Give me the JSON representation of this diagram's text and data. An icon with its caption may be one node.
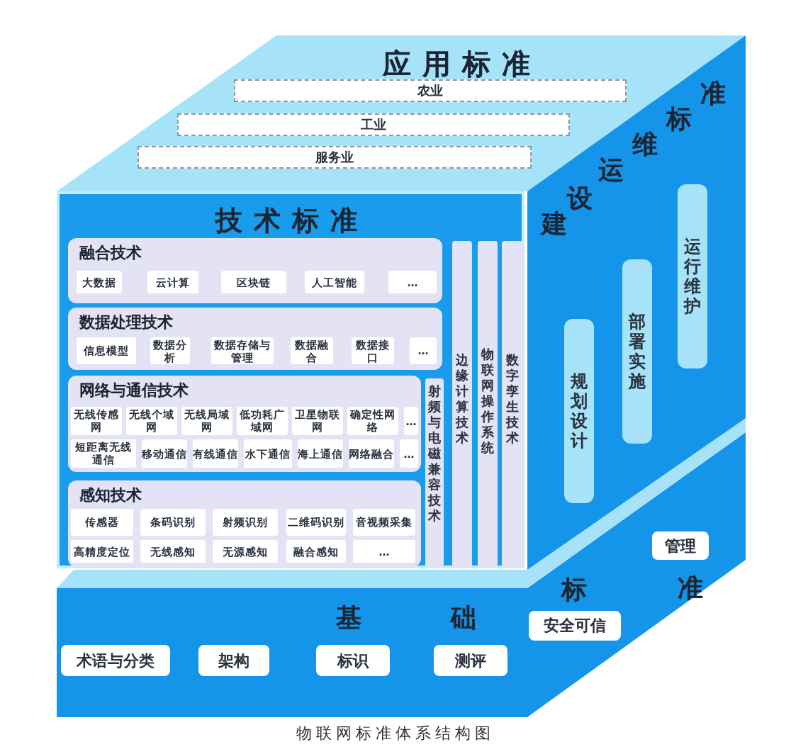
{
  "diagram": {
    "caption": "物联网标准体系结构图",
    "nodes": [
      {
        "text": [
          "应用标准"
        ]
      },
      {
        "text": [
          "农业"
        ],
        "in": 0
      },
      {
        "text": [
          "工业"
        ],
        "in": 0
      },
      {
        "text": [
          "服务业"
        ],
        "in": 0
      },
      {
        "text": [
          "技术标准"
        ]
      },
      {
        "text": [
          "融合技术"
        ],
        "in": 4
      },
      {
        "text": [
          "大数据"
        ],
        "in": 5
      },
      {
        "text": [
          "云计算"
        ],
        "in": 5
      },
      {
        "text": [
          "区块链"
        ],
        "in": 5
      },
      {
        "text": [
          "人工智能"
        ],
        "in": 5
      },
      {
        "text": [
          "…"
        ],
        "in": 5
      },
      {
        "text": [
          "数据处理技术"
        ],
        "in": 4
      },
      {
        "text": [
          "信息模型"
        ],
        "in": 11
      },
      {
        "text": [
          "数据分析"
        ],
        "in": 11
      },
      {
        "text": [
          "数据存储与管理"
        ],
        "in": 11
      },
      {
        "text": [
          "数据融合"
        ],
        "in": 11
      },
      {
        "text": [
          "数据接口"
        ],
        "in": 11
      },
      {
        "text": [
          "…"
        ],
        "in": 11
      },
      {
        "text": [
          "网络与通信技术"
        ],
        "in": 4
      },
      {
        "text": [
          "无线传感网"
        ],
        "in": 18
      },
      {
        "text": [
          "无线个域网"
        ],
        "in": 18
      },
      {
        "text": [
          "无线局域网"
        ],
        "in": 18
      },
      {
        "text": [
          "低功耗广域网"
        ],
        "in": 18
      },
      {
        "text": [
          "卫星物联网"
        ],
        "in": 18
      },
      {
        "text": [
          "确定性网络"
        ],
        "in": 18
      },
      {
        "text": [
          "…"
        ],
        "in": 18
      },
      {
        "text": [
          "短距离无线通信"
        ],
        "in": 18
      },
      {
        "text": [
          "移动通信"
        ],
        "in": 18
      },
      {
        "text": [
          "有线通信"
        ],
        "in": 18
      },
      {
        "text": [
          "水下通信"
        ],
        "in": 18
      },
      {
        "text": [
          "海上通信"
        ],
        "in": 18
      },
      {
        "text": [
          "网络融合"
        ],
        "in": 18
      },
      {
        "text": [
          "…"
        ],
        "in": 18
      },
      {
        "text": [
          "感知技术"
        ],
        "in": 4
      },
      {
        "text": [
          "传感器"
        ],
        "in": 33
      },
      {
        "text": [
          "条码识别"
        ],
        "in": 33
      },
      {
        "text": [
          "射频识别"
        ],
        "in": 33
      },
      {
        "text": [
          "二维码识别"
        ],
        "in": 33
      },
      {
        "text": [
          "音视频采集"
        ],
        "in": 33
      },
      {
        "text": [
          "高精度定位"
        ],
        "in": 33
      },
      {
        "text": [
          "无线感知"
        ],
        "in": 33
      },
      {
        "text": [
          "无源感知"
        ],
        "in": 33
      },
      {
        "text": [
          "融合感知"
        ],
        "in": 33
      },
      {
        "text": [
          "…"
        ],
        "in": 33
      },
      {
        "text": [
          "射频与电磁兼容技术"
        ],
        "in": 4
      },
      {
        "text": [
          "边缘计算技术"
        ],
        "in": 4
      },
      {
        "text": [
          "物联网操作系统"
        ],
        "in": 4
      },
      {
        "text": [
          "数字孪生技术"
        ],
        "in": 4
      },
      {
        "text": [
          "建设运维标准"
        ]
      },
      {
        "text": [
          "规划设计"
        ],
        "in": 48
      },
      {
        "text": [
          "部署实施"
        ],
        "in": 48
      },
      {
        "text": [
          "运行维护"
        ],
        "in": 48
      },
      {
        "text": [
          "基础标准"
        ]
      },
      {
        "text": [
          "术语与分类"
        ],
        "in": 52
      },
      {
        "text": [
          "架构"
        ],
        "in": 52
      },
      {
        "text": [
          "标识"
        ],
        "in": 52
      },
      {
        "text": [
          "测评"
        ],
        "in": 52
      },
      {
        "text": [
          "安全可信"
        ],
        "in": 52
      },
      {
        "text": [
          "管理"
        ],
        "in": 52
      }
    ]
  }
}
